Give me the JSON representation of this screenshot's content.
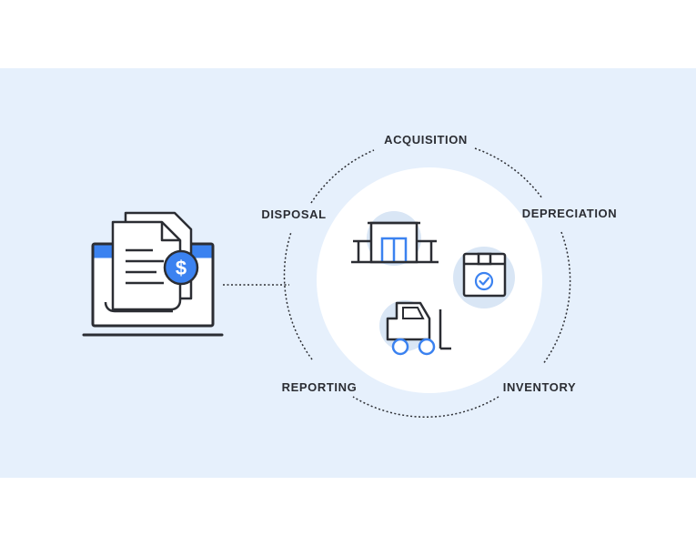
{
  "diagram": {
    "stages": {
      "acquisition": "ACQUISITION",
      "depreciation": "DEPRECIATION",
      "inventory": "INVENTORY",
      "reporting": "REPORTING",
      "disposal": "DISPOSAL"
    },
    "currency_symbol": "$",
    "colors": {
      "background_band": "#e6f0fc",
      "accent_blue": "#3b82f0",
      "dark_outline": "#2b2d33",
      "icon_circle": "#d9e6f5"
    },
    "icons": [
      "invoice-laptop-icon",
      "dollar-badge-icon",
      "warehouse-icon",
      "package-check-icon",
      "forklift-icon"
    ]
  }
}
